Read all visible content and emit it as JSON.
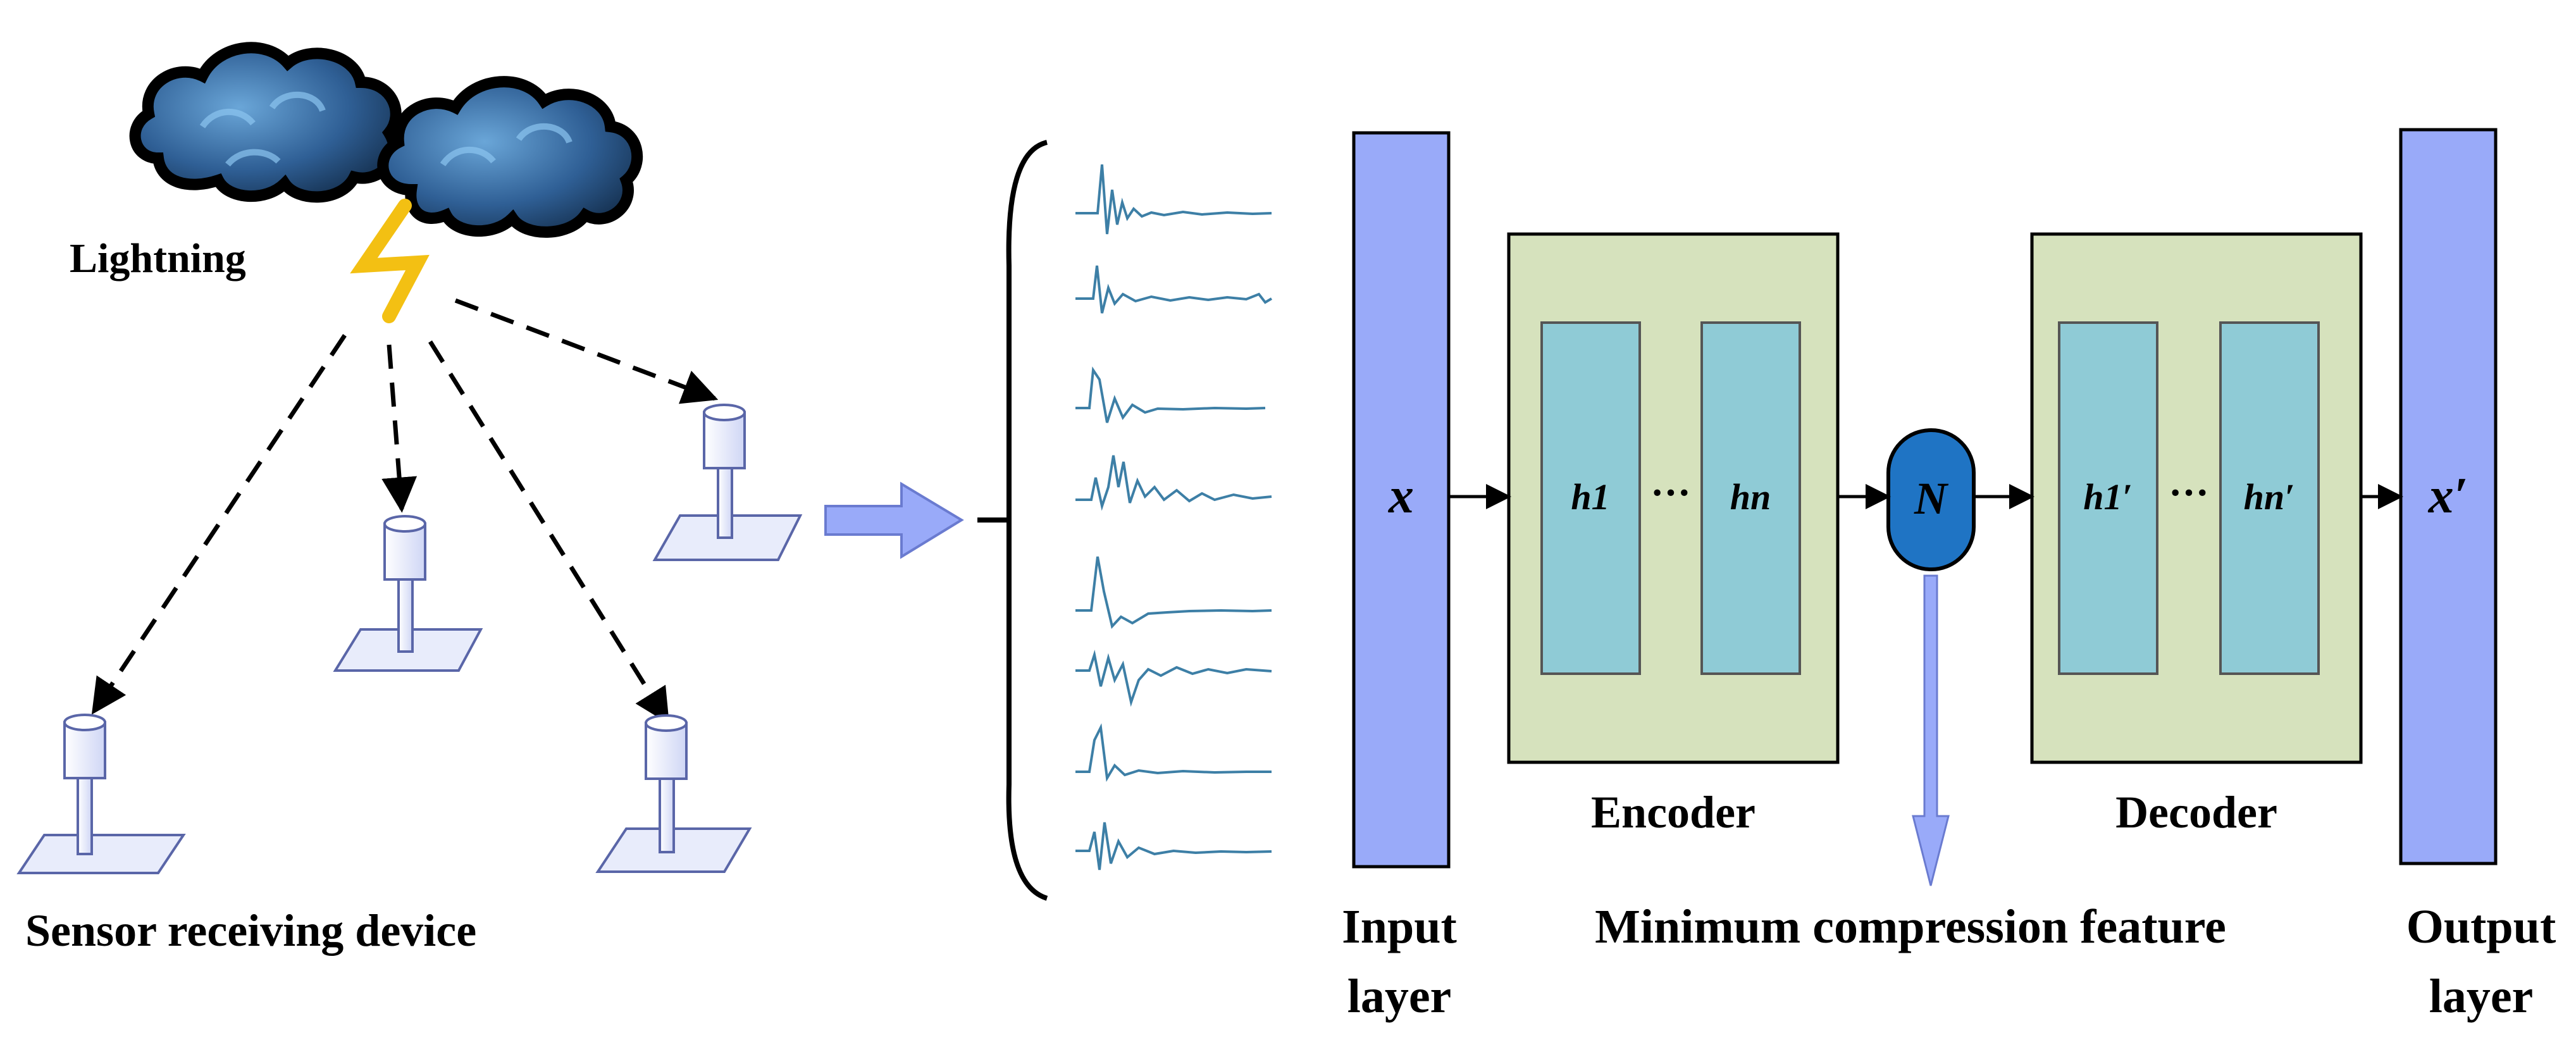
{
  "left_panel": {
    "lightning_label": "Lightning",
    "sensor_label": "Sensor receiving device"
  },
  "autoencoder": {
    "input_symbol": "x",
    "output_symbol": "x′",
    "encoder_h1": "h1",
    "encoder_hn": "hn",
    "decoder_h1": "h1′",
    "decoder_hn": "hn′",
    "dots": "···",
    "bottleneck_symbol": "N",
    "encoder_label": "Encoder",
    "decoder_label": "Decoder",
    "input_label_line1": "Input",
    "input_label_line2": "layer",
    "output_label_line1": "Output",
    "output_label_line2": "layer",
    "feature_label": "Minimum compression feature"
  },
  "colors": {
    "layer_bar": "#99aaf9",
    "block_fill": "#d6e2bd",
    "neuron_fill": "#8fcbd6",
    "bottleneck_fill": "#1f74c4",
    "waveform": "#3d7fa6",
    "bolt": "#f3c013"
  }
}
